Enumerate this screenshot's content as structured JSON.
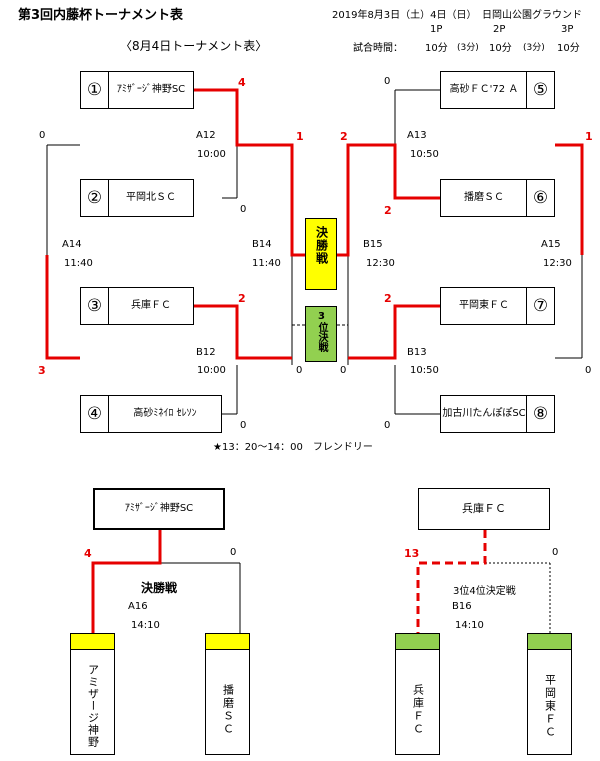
{
  "header": {
    "title": "第3回内藤杯トーナメント表",
    "date": "2019年8月3日（土）4日（日）",
    "venue": "日岡山公園グラウンド",
    "subtitle": "〈8月4日トーナメント表〉",
    "period_labels": [
      "1P",
      "2P",
      "3P"
    ],
    "match_time_label": "試合時間：",
    "match_time_values": [
      "10分",
      "(3分)",
      "10分",
      "(3分)",
      "10分"
    ]
  },
  "teams": {
    "t1": {
      "num": "①",
      "name": "ｱﾐｻﾞｰｼﾞ神野SC"
    },
    "t2": {
      "num": "②",
      "name": "平岡北ＳＣ"
    },
    "t3": {
      "num": "③",
      "name": "兵庫ＦＣ"
    },
    "t4": {
      "num": "④",
      "name": "高砂ﾐﾈｲﾛ ｾﾚｿﾝ"
    },
    "t5": {
      "num": "⑤",
      "name": "高砂ＦＣ'72 Ａ"
    },
    "t6": {
      "num": "⑥",
      "name": "播磨ＳＣ"
    },
    "t7": {
      "num": "⑦",
      "name": "平岡東ＦＣ"
    },
    "t8": {
      "num": "⑧",
      "name": "加古川たんぽぽSC"
    }
  },
  "matches": {
    "a12": {
      "id": "A12",
      "time": "10:00",
      "score_top": "4",
      "score_bottom": "0"
    },
    "b12": {
      "id": "B12",
      "time": "10:00",
      "score_top": "2",
      "score_bottom": "0"
    },
    "a13": {
      "id": "A13",
      "time": "10:50",
      "score_top": "0",
      "score_bottom": "2"
    },
    "b13": {
      "id": "B13",
      "time": "10:50",
      "score_top": "2",
      "score_bottom": "0"
    },
    "a14": {
      "id": "A14",
      "time": "11:40",
      "score_top": "0",
      "score_bottom": "3"
    },
    "b14": {
      "id": "B14",
      "time": "11:40",
      "score_top": "1",
      "score_bottom": "0"
    },
    "b15": {
      "id": "B15",
      "time": "12:30",
      "score_top": "2",
      "score_bottom": "0"
    },
    "a15": {
      "id": "A15",
      "time": "12:30",
      "score_top": "1",
      "score_bottom": "0"
    }
  },
  "center": {
    "final_label": "決勝戦",
    "third_label": "3位決戦"
  },
  "friendly_note": "★13：20〜14：00　フレンドリー",
  "final": {
    "winner": "ｱﾐｻﾞｰｼﾞ神野SC",
    "title": "決勝戦",
    "match_id": "A16",
    "time": "14:10",
    "score_left": "4",
    "score_right": "0",
    "left_team": "アミザージ神野",
    "right_team": "播磨ＳＣ"
  },
  "third": {
    "winner": "兵庫ＦＣ",
    "title": "3位4位決定戦",
    "match_id": "B16",
    "time": "14:10",
    "score_left": "13",
    "score_right": "0",
    "left_team": "兵庫ＦＣ",
    "right_team": "平岡東ＦＣ"
  },
  "colors": {
    "win_line": "#e60000",
    "final_box": "#ffff00",
    "third_box": "#92d050"
  }
}
